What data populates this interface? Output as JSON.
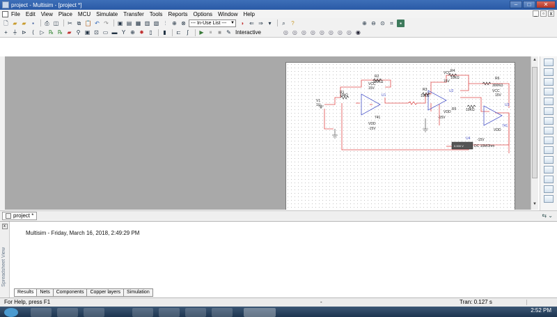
{
  "window": {
    "title": "project - Multisim - [project *]"
  },
  "menu": [
    "File",
    "Edit",
    "View",
    "Place",
    "MCU",
    "Simulate",
    "Transfer",
    "Tools",
    "Reports",
    "Options",
    "Window",
    "Help"
  ],
  "toolbar": {
    "in_use_list": "--- In-Use List ---",
    "interactive_label": "Interactive"
  },
  "schematic": {
    "components": [
      {
        "id": "R1",
        "value": "10kΩ"
      },
      {
        "id": "V1",
        "value": "1V"
      },
      {
        "id": "R2",
        "value": "300KΩ"
      },
      {
        "id": "U1",
        "value": "741"
      },
      {
        "id": "R3",
        "value": "10KΩ"
      },
      {
        "id": "R4",
        "value": "10KΩ"
      },
      {
        "id": "U2",
        "value": ""
      },
      {
        "id": "R5",
        "value": "10KΩ"
      },
      {
        "id": "R6",
        "value": "300KΩ"
      },
      {
        "id": "U3",
        "value": "741"
      },
      {
        "id": "U4",
        "value": "DC 10MOhm"
      }
    ],
    "labels": {
      "vcc": "VCC",
      "vdd": "VDD",
      "v15": "15V",
      "vneg15": "-15V",
      "meter": "0.000 V"
    }
  },
  "tab": {
    "label": "project *"
  },
  "spreadsheet": {
    "side_label": "Spreadsheet View",
    "log": "Multisim  -  Friday, March 16, 2018, 2:49:29 PM",
    "tabs": [
      "Results",
      "Nets",
      "Components",
      "Copper layers",
      "Simulation"
    ]
  },
  "status": {
    "help": "For Help, press F1",
    "dash": "-",
    "tran": "Tran: 0.127 s"
  },
  "taskbar": {
    "time": "2:52 PM"
  },
  "colors": {
    "wire": "#e04848",
    "component": "#4a55c8",
    "titlebar": "#2a5aa6"
  }
}
